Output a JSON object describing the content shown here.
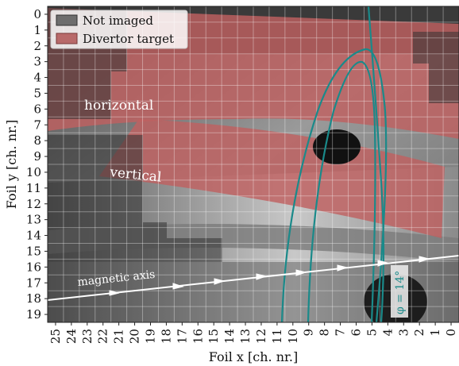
{
  "axes": {
    "xlabel": "Foil x [ch. nr.]",
    "ylabel": "Foil y [ch. nr.]",
    "x_ticks": [
      "25",
      "24",
      "23",
      "22",
      "21",
      "20",
      "19",
      "18",
      "17",
      "16",
      "15",
      "14",
      "13",
      "12",
      "11",
      "10",
      "9",
      "8",
      "7",
      "6",
      "5",
      "4",
      "3",
      "2",
      "1",
      "0"
    ],
    "y_ticks": [
      "0",
      "1",
      "2",
      "3",
      "4",
      "5",
      "6",
      "7",
      "8",
      "9",
      "10",
      "11",
      "12",
      "13",
      "14",
      "15",
      "16",
      "17",
      "18",
      "19"
    ]
  },
  "legend": {
    "items": [
      {
        "label": "Not imaged",
        "color": "#6e6e6e"
      },
      {
        "label": "Divertor target",
        "color": "#b86a6a"
      }
    ]
  },
  "annotations": {
    "horizontal": "horizontal",
    "vertical": "vertical",
    "magnetic_axis": "magnetic axis",
    "phi": "φ = 14°"
  },
  "colors": {
    "field_lines": "#1a8a8a",
    "divertor": "#c06060",
    "not_imaged": "#555555",
    "axis_arrows": "#ffffff"
  }
}
